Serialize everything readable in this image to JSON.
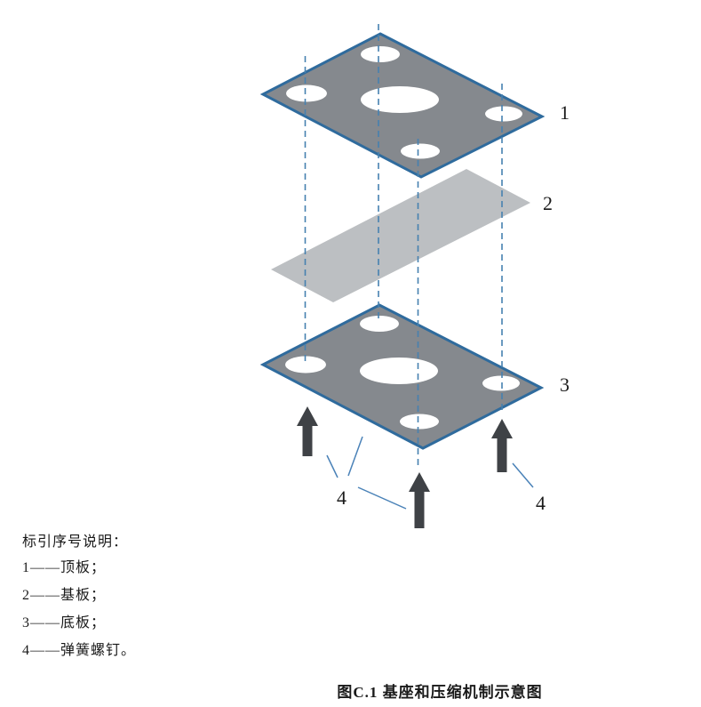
{
  "caption": "图C.1 基座和压缩机制示意图",
  "legend": {
    "title": "标引序号说明：",
    "items": [
      "1——顶板；",
      "2——基板；",
      "3——底板；",
      "4——弹簧螺钉。"
    ]
  },
  "diagram": {
    "label_top_plate": "1",
    "label_base_plate": "2",
    "label_bottom_plate": "3",
    "label_spring_screw_left": "4",
    "label_spring_screw_right": "4"
  },
  "colors": {
    "plate_fill": "#85898e",
    "plate_border": "#2f6b9d",
    "base_plate_fill": "#bcbfc2",
    "hole_fill": "#ffffff",
    "dashed_line": "#4681b0",
    "leader_line": "#4a82b8",
    "arrow": "#3f4246",
    "text": "#1a1a1a"
  }
}
